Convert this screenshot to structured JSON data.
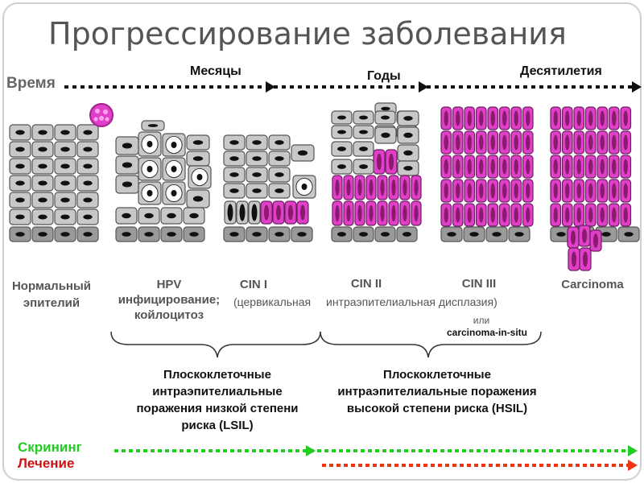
{
  "title": "Прогрессирование заболевания",
  "timeline": {
    "label": "Время",
    "segments": [
      "Месяцы",
      "Годы",
      "Десятилетия"
    ]
  },
  "stages": [
    {
      "label": "Нормальный эпителий"
    },
    {
      "label": "HPV инфицирование; койлоцитоз"
    },
    {
      "label": "CIN I",
      "note": "(цервикальная"
    },
    {
      "label": "CIN II",
      "note": "интраэпителиальная дисплазия)"
    },
    {
      "label": "CIN III",
      "or": "или",
      "alt": "carcinoma-in-situ"
    },
    {
      "label": "Carcinoma"
    }
  ],
  "groups": {
    "lsil": "Плоскоклеточные интраэпителиальные поражения низкой степени риска (LSIL)",
    "hsil": "Плоскоклеточные интраэпителиальные поражения высокой степени риска (HSIL)"
  },
  "legend": {
    "screening": "Скрининг",
    "treatment": "Лечение"
  },
  "colors": {
    "normal_cell": "#c8c8c8",
    "abnormal_cell": "#e040c8",
    "screening": "#22cc22",
    "treatment": "#ee3311"
  }
}
